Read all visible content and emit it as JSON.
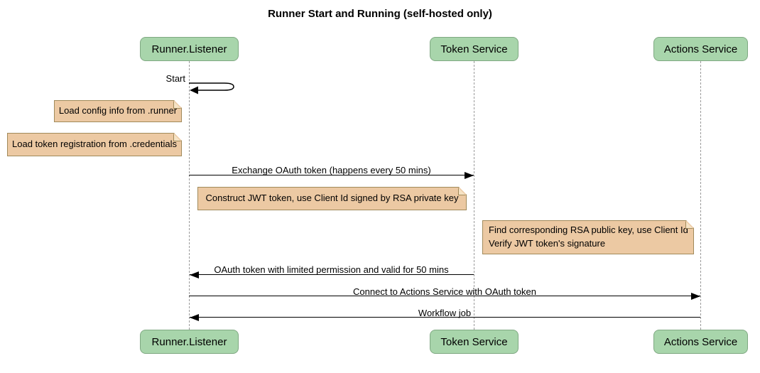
{
  "title": "Runner Start and Running (self-hosted only)",
  "participants": [
    {
      "label": "Runner.Listener"
    },
    {
      "label": "Token Service"
    },
    {
      "label": "Actions Service"
    }
  ],
  "messages": [
    {
      "label": "Start",
      "type": "self",
      "from": "Runner.Listener",
      "to": "Runner.Listener"
    },
    {
      "label": "Exchange OAuth token (happens every 50 mins)",
      "type": "solid-right",
      "from": "Runner.Listener",
      "to": "Token Service"
    },
    {
      "label": "OAuth token with limited permission and valid for 50 mins",
      "type": "solid-left",
      "from": "Token Service",
      "to": "Runner.Listener"
    },
    {
      "label": "Connect to Actions Service with OAuth token",
      "type": "solid-right",
      "from": "Runner.Listener",
      "to": "Actions Service"
    },
    {
      "label": "Workflow job",
      "type": "solid-left",
      "from": "Actions Service",
      "to": "Runner.Listener"
    }
  ],
  "notes": [
    {
      "lines": [
        "Load config info from .runner"
      ]
    },
    {
      "lines": [
        "Load token registration from .credentials"
      ]
    },
    {
      "lines": [
        "Construct JWT token, use Client Id signed by RSA private key"
      ]
    },
    {
      "lines": [
        "Find corresponding RSA public key, use Client Id",
        "Verify JWT token's signature"
      ]
    }
  ],
  "colors": {
    "participant_fill": "#a8d5ab",
    "participant_border": "#7fa982",
    "note_fill": "#ecc9a3",
    "note_fold_fill": "#f6e3c5",
    "note_border": "#a18a5a",
    "line": "#000000",
    "lifeline": "#9a9a9a",
    "text": "#000000",
    "background": "#ffffff"
  }
}
